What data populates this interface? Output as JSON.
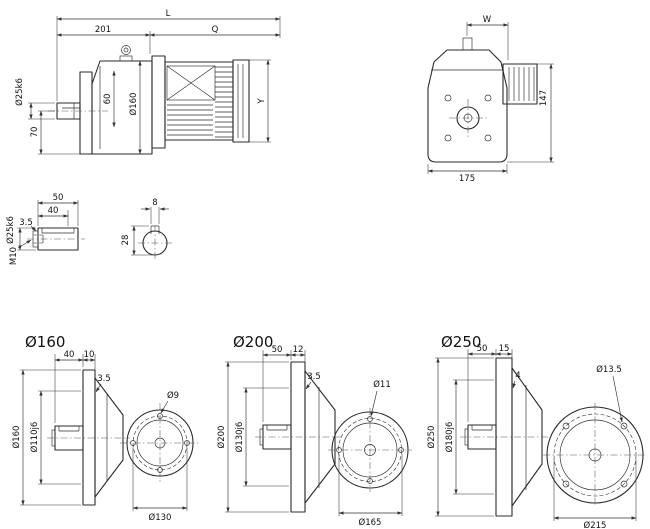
{
  "colors": {
    "background": "#ffffff",
    "line": "#2b2b2b"
  },
  "side_view": {
    "dim_overall_length": "L",
    "dim_gear_unit_length": "201",
    "dim_motor_length": "Q",
    "dim_shaft_diameter": "Ø25k6",
    "dim_shaft_height": "60",
    "dim_case_diameter": "Ø160",
    "dim_foot_height": "70",
    "dim_motor_height": "Y"
  },
  "front_view": {
    "dim_terminal_box_width": "W",
    "dim_height": "147",
    "dim_width": "175"
  },
  "shaft_detail": {
    "dim_shaft_diameter": "Ø25k6",
    "dim_length_total": "50",
    "dim_key_length": "40",
    "dim_step": "3.5",
    "dim_tapped_hole": "M10",
    "dim_keyway_height": "28",
    "dim_keyway_width": "8"
  },
  "flanges": [
    {
      "title": "Ø160",
      "dim_shaft_length": "40",
      "dim_flange_thickness": "10",
      "dim_step": "3.5",
      "dim_outer_diameter": "Ø160",
      "dim_spigot_diameter": "Ø110j6",
      "dim_bolt_hole": "Ø9",
      "dim_bolt_circle": "Ø130"
    },
    {
      "title": "Ø200",
      "dim_shaft_length": "50",
      "dim_flange_thickness": "12",
      "dim_step": "3.5",
      "dim_outer_diameter": "Ø200",
      "dim_spigot_diameter": "Ø130j6",
      "dim_bolt_hole": "Ø11",
      "dim_bolt_circle": "Ø165"
    },
    {
      "title": "Ø250",
      "dim_shaft_length": "50",
      "dim_flange_thickness": "15",
      "dim_step": "4",
      "dim_outer_diameter": "Ø250",
      "dim_spigot_diameter": "Ø180j6",
      "dim_bolt_hole": "Ø13.5",
      "dim_bolt_circle": "Ø215"
    }
  ]
}
